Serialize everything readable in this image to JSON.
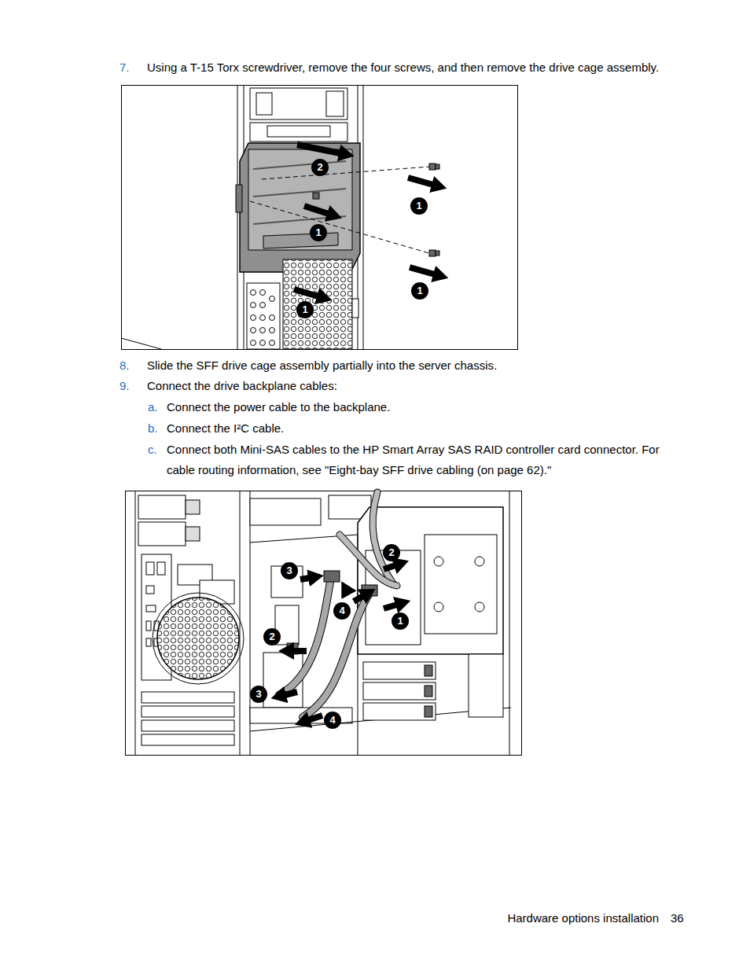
{
  "diagram": {
    "labels": [
      "7.",
      "Using a T-15 Torx screwdriver, remove the four screws, and then remove the drive cage assembly.",
      "2",
      "1",
      "1",
      "1",
      "1",
      "8.",
      "Slide the SFF drive cage assembly partially into the server chassis.",
      "9.",
      "Connect the drive backplane cables:",
      "a.",
      "Connect the power cable to the backplane.",
      "b.",
      "Connect the I²C cable.",
      "c.",
      "Connect both Mini-SAS cables to the HP Smart Array SAS RAID controller card connector. For cable routing information, see \"Eight-bay SFF drive cabling (on page 62).\"",
      "2",
      "3",
      "4",
      "1",
      "2",
      "3",
      "4",
      "Hardware options installation",
      "36"
    ]
  }
}
